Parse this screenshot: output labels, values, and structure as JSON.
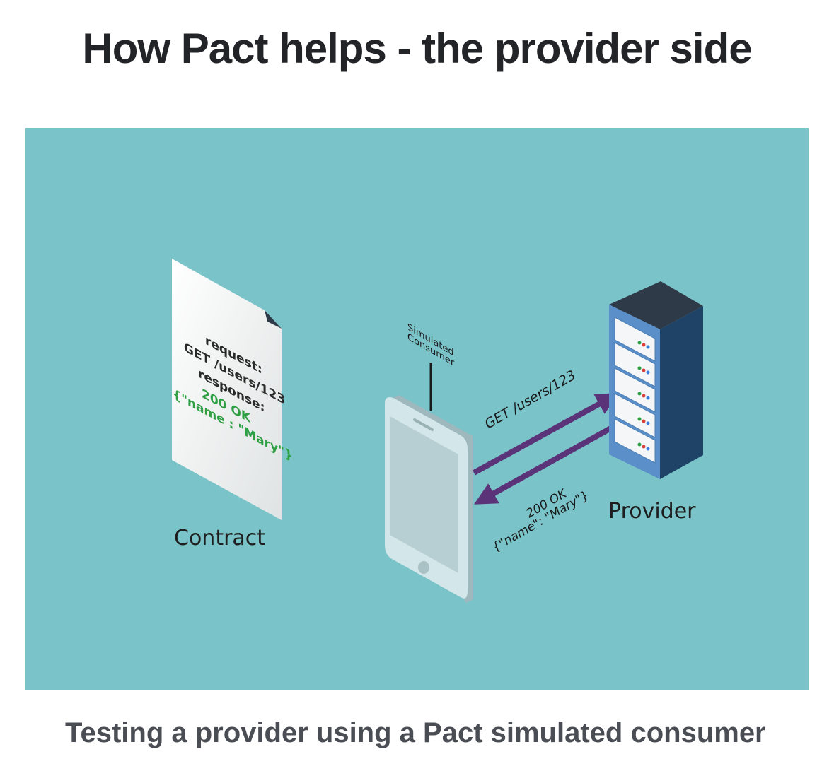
{
  "page": {
    "title": "How Pact helps - the provider side",
    "caption": "Testing a provider using a Pact simulated consumer"
  },
  "diagram": {
    "background_color": "#7ac3c9",
    "contract": {
      "label": "Contract",
      "request_heading": "request:",
      "request_line": "GET /users/123",
      "response_heading": "response:",
      "response_status": "200 OK",
      "response_body": "{\"name : \"Mary\"}"
    },
    "consumer": {
      "label_line1": "Simulated",
      "label_line2": "Consumer"
    },
    "provider": {
      "label": "Provider"
    },
    "arrows": {
      "request_label": "GET /users/123",
      "response_status": "200 OK",
      "response_body": "{\"name\": \"Mary\"}"
    },
    "colors": {
      "arrow": "#5a3378",
      "green_text": "#2ea043",
      "server_front": "#5a8fc9",
      "server_side": "#1e4366",
      "server_top": "#2f3a48"
    }
  }
}
